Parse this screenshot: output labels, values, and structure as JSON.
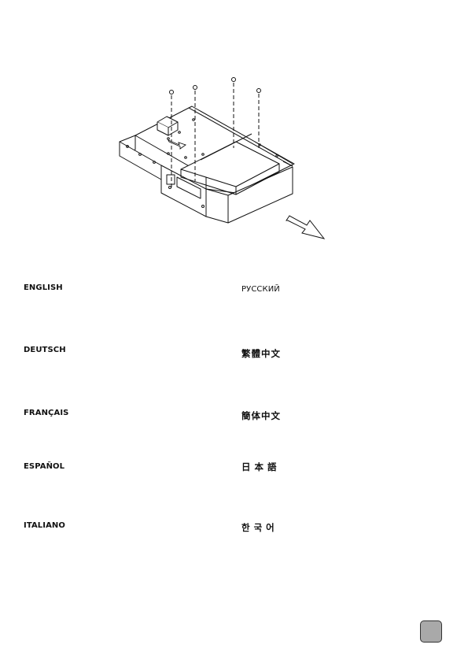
{
  "languages": {
    "english": "ENGLISH",
    "deutsch": "DEUTSCH",
    "francais": "FRANÇAIS",
    "espanol": "ESPAÑOL",
    "italiano": "ITALIANO",
    "russian": "РУССКИЙ",
    "traditional_chinese": "繁體中文",
    "simplified_chinese": "簡体中文",
    "japanese": "日本語",
    "korean": "한국어"
  },
  "illustration": {
    "subject": "drive-bay-tray-assembly",
    "icons": [
      "screw-icon",
      "insert-arrow-icon",
      "pull-out-arrow-icon"
    ]
  },
  "page_tab": {
    "color": "#a9a9a9"
  }
}
